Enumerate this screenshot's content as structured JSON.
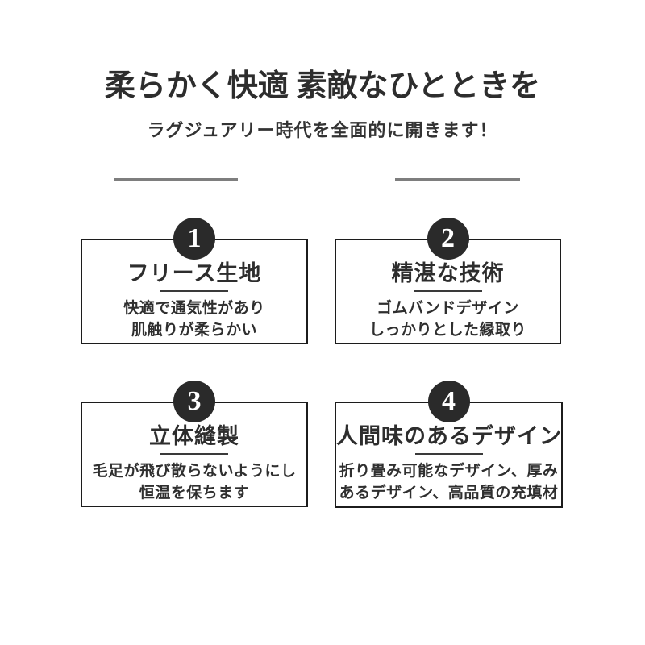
{
  "header": {
    "title": "柔らかく快適 素敵なひとときを",
    "subtitle": "ラグジュアリー時代を全面的に開きます！"
  },
  "features": [
    {
      "number": "1",
      "heading": "フリース生地",
      "body_line1": "快適で通気性があり",
      "body_line2": "肌触りが柔らかい"
    },
    {
      "number": "2",
      "heading": "精湛な技術",
      "body_line1": "ゴムバンドデザイン",
      "body_line2": "しっかりとした縁取り"
    },
    {
      "number": "3",
      "heading": "立体縫製",
      "body_line1": "毛足が飛び散らないようにし",
      "body_line2": "恒温を保ちます"
    },
    {
      "number": "4",
      "heading": "人間味のあるデザイン",
      "body_line1": "折り畳み可能なデザイン、厚み",
      "body_line2": "あるデザイン、高品質の充填材"
    }
  ],
  "colors": {
    "background": "#ffffff",
    "text": "#2d2d2d",
    "badge_bg": "#2a2a2a",
    "badge_text": "#ffffff",
    "card_border": "#1c1c1c",
    "divider_line": "#7e7e7e",
    "heading_underline": "#3a3a3a"
  }
}
